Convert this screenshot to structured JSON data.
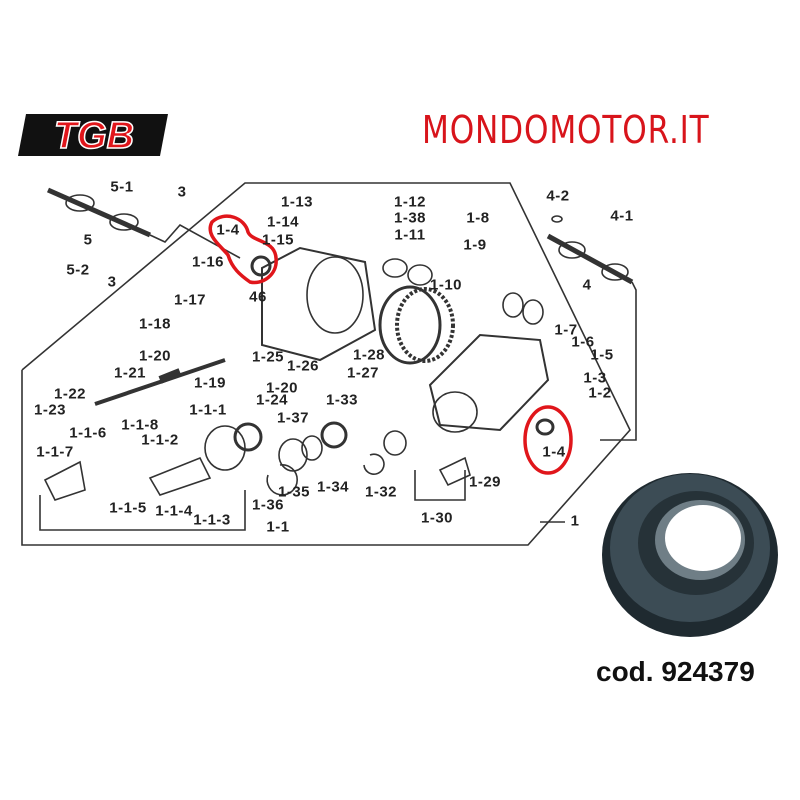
{
  "logo_text": "TGB",
  "brand": "MONDOMOTOR.IT",
  "product_code": "cod. 924379",
  "highlight_color": "#e0161b",
  "labels": [
    "5-1",
    "3",
    "5",
    "5-2",
    "3",
    "1-13",
    "1-12",
    "1-14",
    "1-38",
    "1-4",
    "1-15",
    "1-11",
    "1-8",
    "1-9",
    "1-16",
    "1-10",
    "1-17",
    "46",
    "1-18",
    "1-7",
    "1-6",
    "1-5",
    "1-20",
    "1-25",
    "1-28",
    "1-26",
    "1-27",
    "1-21",
    "1-3",
    "1-19",
    "1-20",
    "1-2",
    "1-22",
    "1-24",
    "1-23",
    "1-33",
    "1-1-1",
    "1-37",
    "1-1-8",
    "1-1-6",
    "1-1-2",
    "1-4",
    "1-1-7",
    "1-35",
    "1-34",
    "1-32",
    "1-29",
    "1-36",
    "1-1-5",
    "1-1-4",
    "1-1-3",
    "1-30",
    "1-1",
    "1",
    "4-2",
    "4-1",
    "4"
  ]
}
